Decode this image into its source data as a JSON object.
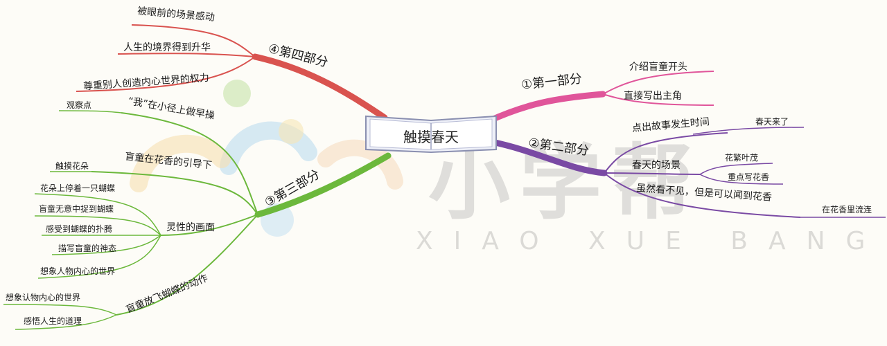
{
  "watermark": {
    "cn": "小学帮",
    "en": "XIAO XUE BANG"
  },
  "center": {
    "title": "触摸春天"
  },
  "colors": {
    "part1": "#e0559a",
    "part2": "#7a4aa4",
    "part3": "#6cb83c",
    "part4": "#d9534f"
  },
  "branches": {
    "p1": {
      "label": "①第一部分",
      "children": [
        "介绍盲童开头",
        "直接写出主角"
      ]
    },
    "p2": {
      "label": "②第二部分",
      "c1": "点出故事发生时间",
      "c1a": "春天来了",
      "c2": "春天的场景",
      "c2a": "花繁叶茂",
      "c2b": "重点写花香",
      "c3": "虽然看不见，但是可以闻到花香",
      "c3a": "在花香里流连"
    },
    "p3": {
      "label": "③第三部分",
      "c1": "“我”在小径上做早操",
      "c1a": "观察点",
      "c2": "盲童在花香的引导下",
      "c2a": "触摸花朵",
      "c3": "灵性的画面",
      "c3items": [
        "花朵上停着一只蝴蝶",
        "盲童无意中捉到蝴蝶",
        "感受到蝴蝶的扑腾",
        "描写盲童的神态",
        "想象人物内心的世界"
      ],
      "c4": "盲童放飞蝴蝶的动作",
      "c4a": "想象认物内心的世界",
      "c4b": "感悟人生的道理"
    },
    "p4": {
      "label": "④第四部分",
      "children": [
        "被眼前的场景感动",
        "人生的境界得到升华",
        "尊重别人创造内心世界的权力"
      ]
    }
  }
}
